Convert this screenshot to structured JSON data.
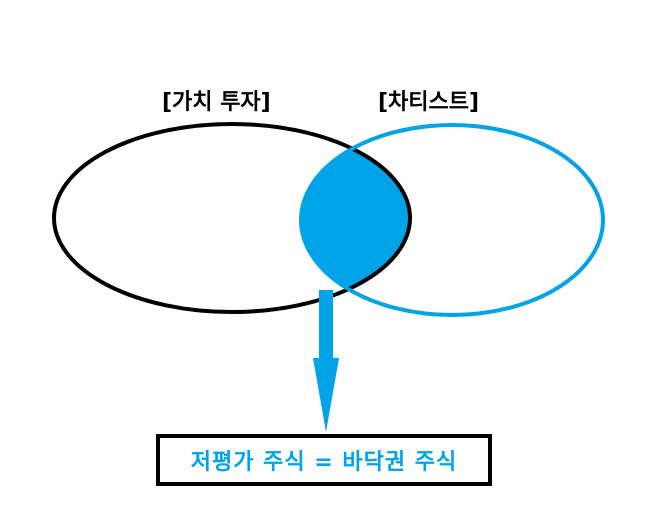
{
  "venn": {
    "left_label": "[가치 투자]",
    "right_label": "[차티스트]",
    "left_color": "#000000",
    "right_color": "#00a2e8",
    "overlap_color": "#00a2e8"
  },
  "result": {
    "text": "저평가 주식 = 바닥권 주식",
    "text_color": "#00a2e8",
    "border_color": "#000000"
  },
  "arrow": {
    "color": "#00a2e8",
    "direction": "down"
  }
}
